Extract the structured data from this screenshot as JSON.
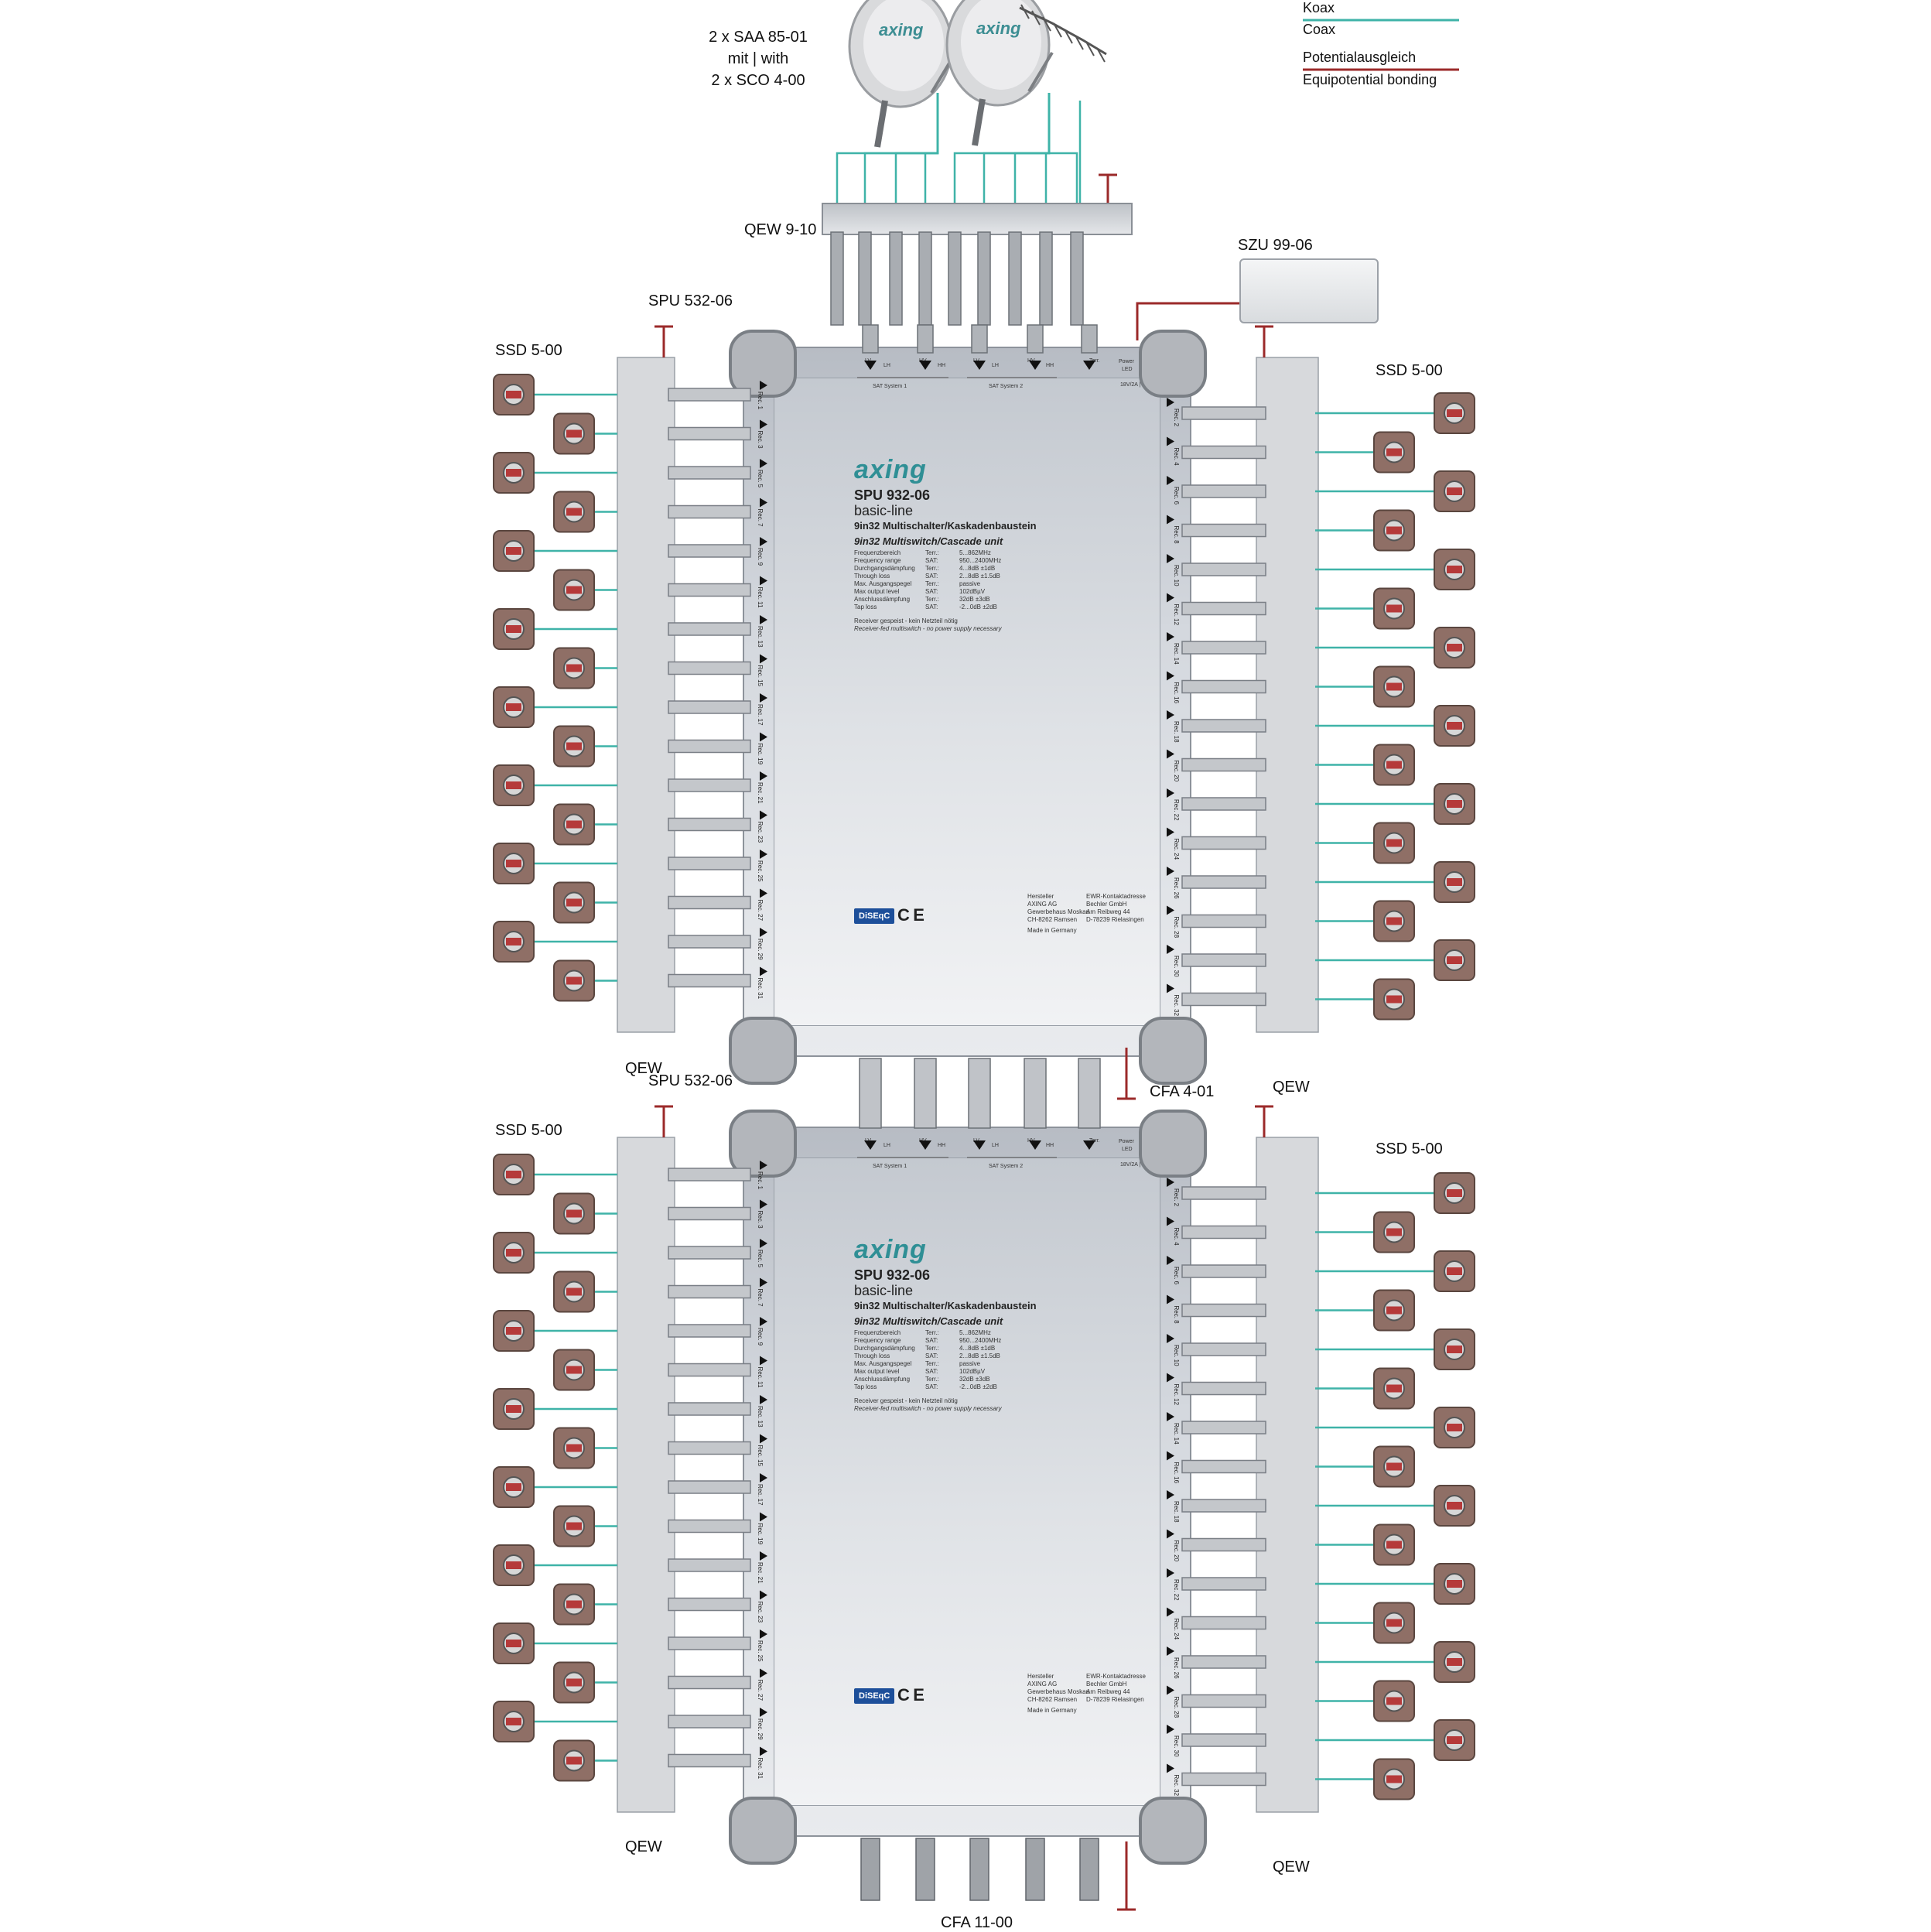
{
  "legend": {
    "koax_label": "Koax",
    "coax_label": "Coax",
    "potential_label": "Potentialausgleich",
    "equipotential_label": "Equipotential bonding",
    "coax_color": "#3fb3a8",
    "bonding_color": "#9b2a2a"
  },
  "antenna": {
    "line1": "2 x SAA 85-01",
    "line2": "mit | with",
    "line3": "2 x SCO 4-00",
    "dish_brand": "axing"
  },
  "labels": {
    "qew_top": "QEW 9-10",
    "szu": "SZU 99-06",
    "spu_top": "SPU 532-06",
    "spu_mid": "SPU 532-06",
    "ssd_left_top": "SSD 5-00",
    "ssd_right_top": "SSD 5-00",
    "ssd_left_bottom": "SSD 5-00",
    "ssd_right_bottom": "SSD 5-00",
    "qew_left_top": "QEW",
    "qew_right_top": "QEW",
    "qew_left_bottom": "QEW",
    "qew_right_bottom": "QEW",
    "cfa_mid": "CFA 4-01",
    "cfa_bottom": "CFA 11-00"
  },
  "switch": {
    "brand": "axing",
    "model": "SPU 932-06",
    "line": "basic-line",
    "desc_de": "9in32 Multischalter/Kaskadenbaustein",
    "desc_en": "9in32 Multiswitch/Cascade unit",
    "spec_left": "Frequenzbereich\nFrequency range\nDurchgangsdämpfung\nThrough loss\nMax. Ausgangspegel\nMax output level\nAnschlussdämpfung\nTap loss",
    "spec_mid": "Terr.:\nSAT:\nTerr.:\nSAT:\nTerr.:\nSAT:\nTerr.:\nSAT:",
    "spec_right": "5...862MHz\n950...2400MHz\n4...8dB ±1dB\n2...8dB ±1.5dB\npassive\n102dBµV\n32dB ±3dB\n-2...0dB ±2dB",
    "note_de": "Receiver gespeist - kein Netzteil nötig",
    "note_en": "Receiver-fed multiswitch - no power supply necessary",
    "sat1": "SAT System 1",
    "sat2": "SAT System 2",
    "inputs": [
      "LV",
      "LH",
      "HV",
      "HH",
      "LV",
      "LH",
      "HV",
      "HH",
      "Terr."
    ],
    "power": "Power",
    "led": "LED",
    "dc": "18V/2A | DC",
    "diseqc": "DiSEqC",
    "maker": "Hersteller\nAXING AG\nGewerbehaus Moskau\nCH-8262 Ramsen",
    "maker_de": "EWR-Kontaktadresse\nBechler GmbH\nAm Reibweg 44\nD-78239 Rielasingen",
    "made": "Made in Germany",
    "rec_left": [
      "Rec. 1",
      "Rec. 3",
      "Rec. 5",
      "Rec. 7",
      "Rec. 9",
      "Rec. 11",
      "Rec. 13",
      "Rec. 15",
      "Rec. 17",
      "Rec. 19",
      "Rec. 21",
      "Rec. 23",
      "Rec. 25",
      "Rec. 27",
      "Rec. 29",
      "Rec. 31"
    ],
    "rec_right": [
      "Rec. 2",
      "Rec. 4",
      "Rec. 6",
      "Rec. 8",
      "Rec. 10",
      "Rec. 12",
      "Rec. 14",
      "Rec. 16",
      "Rec. 18",
      "Rec. 20",
      "Rec. 22",
      "Rec. 24",
      "Rec. 26",
      "Rec. 28",
      "Rec. 30",
      "Rec. 32"
    ]
  }
}
